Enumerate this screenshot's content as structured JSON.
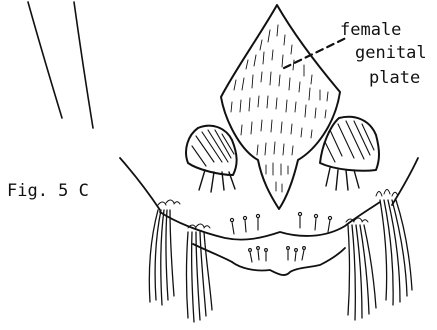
{
  "figure_label": "Fig. 5 C",
  "annotation": {
    "lines": [
      "female",
      "genital",
      "plate"
    ]
  },
  "colors": {
    "ink": "#111111",
    "background": "#ffffff"
  }
}
